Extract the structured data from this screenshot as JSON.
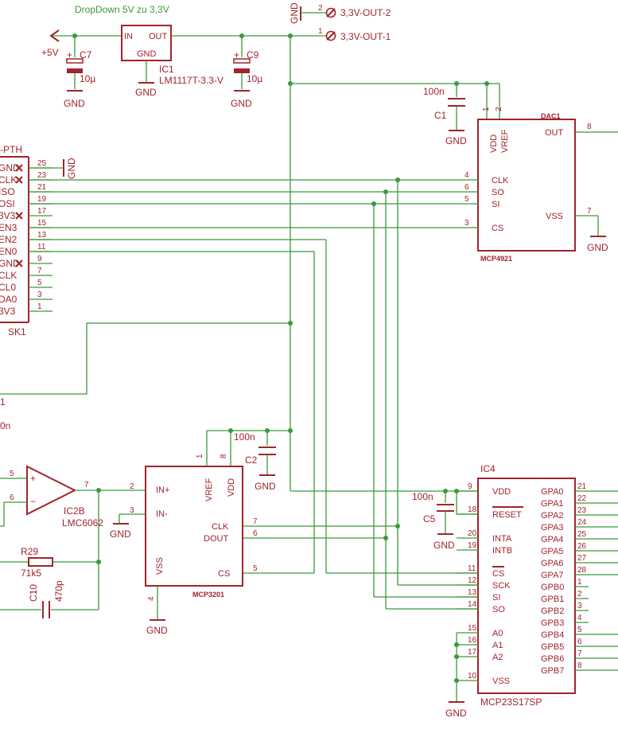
{
  "title": "DropDown 5V zu 3,3V",
  "regulator": {
    "ref": "IC1",
    "value": "LM1117T-3.3-V",
    "pin_in": "IN",
    "pin_out": "OUT",
    "pin_gnd": "GND"
  },
  "supply_label": "+5V",
  "c7": {
    "ref": "C7",
    "value": "10µ"
  },
  "c9": {
    "ref": "C9",
    "value": "10µ"
  },
  "gnd": "GND",
  "out_connectors": [
    {
      "pin": "2",
      "label": "3,3V-OUT-2"
    },
    {
      "pin": "1",
      "label": "3,3V-OUT-1"
    }
  ],
  "c1": {
    "ref": "C1",
    "value": "100n"
  },
  "dac": {
    "ref": "DAC1",
    "part": "MCP4921",
    "pins": {
      "vdd": "VDD",
      "vref": "VREF",
      "out": "OUT",
      "clk": "CLK",
      "so": "SO",
      "si": "SI",
      "cs": "CS",
      "vss": "VSS"
    },
    "pin_numbers": {
      "vdd": "1",
      "vref": "2",
      "out": "8",
      "clk": "4",
      "so": "6",
      "si": "5",
      "cs": "3",
      "vss": "7"
    }
  },
  "sk1": {
    "ref": "SK1",
    "header": "-PTH",
    "rows": [
      {
        "label": "GND",
        "pin": "25",
        "x": true
      },
      {
        "label": "CLK",
        "pin": "23",
        "x": true
      },
      {
        "label": "ISO",
        "pin": "21",
        "x": false
      },
      {
        "label": "OSI",
        "pin": "19",
        "x": false
      },
      {
        "label": "3V3",
        "pin": "17",
        "x": true
      },
      {
        "label": "EN3",
        "pin": "15",
        "x": false
      },
      {
        "label": "EN2",
        "pin": "13",
        "x": false
      },
      {
        "label": "EN0",
        "pin": "11",
        "x": false
      },
      {
        "label": "GND",
        "pin": "9",
        "x": true
      },
      {
        "label": "CLK",
        "pin": "7",
        "x": false
      },
      {
        "label": "CL0",
        "pin": "5",
        "x": false
      },
      {
        "label": "DA0",
        "pin": "3",
        "x": false
      },
      {
        "label": "3V3",
        "pin": "1",
        "x": false
      }
    ]
  },
  "left_edge": {
    "label1": "1",
    "label2": "0n"
  },
  "c2": {
    "ref": "C2",
    "value": "100n"
  },
  "adc": {
    "ref": "MCP3201",
    "pins": {
      "in_plus": "IN+",
      "in_minus": "IN-",
      "vref": "VREF",
      "vdd": "VDD",
      "clk": "CLK",
      "dout": "DOUT",
      "vss": "VSS",
      "cs": "CS"
    },
    "pin_numbers": {
      "in_plus": "2",
      "in_minus": "3",
      "vref": "1",
      "vdd": "8",
      "clk": "7",
      "dout": "6",
      "vss": "4",
      "cs": "5"
    }
  },
  "opamp": {
    "ref": "IC2B",
    "part": "LMC6062",
    "pin_plus": "5",
    "pin_minus": "6",
    "pin_out": "7"
  },
  "r29": {
    "ref": "R29",
    "value": "71k5"
  },
  "c10": {
    "ref": "C10",
    "value": "470p"
  },
  "c5": {
    "ref": "C5",
    "value": "100n"
  },
  "io": {
    "ref": "IC4",
    "part": "MCP23S17SP",
    "left_pins": [
      {
        "name": "VDD",
        "num": "9"
      },
      {
        "name": "RESET",
        "num": "18"
      },
      {
        "name": "INTA",
        "num": "20"
      },
      {
        "name": "INTB",
        "num": "19"
      },
      {
        "name": "CS",
        "num": "11"
      },
      {
        "name": "SCK",
        "num": "12"
      },
      {
        "name": "SI",
        "num": "13"
      },
      {
        "name": "SO",
        "num": "14"
      },
      {
        "name": "A0",
        "num": "15"
      },
      {
        "name": "A1",
        "num": "16"
      },
      {
        "name": "A2",
        "num": "17"
      },
      {
        "name": "VSS",
        "num": "10"
      }
    ],
    "right_pins": [
      {
        "name": "GPA0",
        "num": "21"
      },
      {
        "name": "GPA1",
        "num": "22"
      },
      {
        "name": "GPA2",
        "num": "23"
      },
      {
        "name": "GPA3",
        "num": "24"
      },
      {
        "name": "GPA4",
        "num": "25"
      },
      {
        "name": "GPA5",
        "num": "26"
      },
      {
        "name": "GPA6",
        "num": "27"
      },
      {
        "name": "GPA7",
        "num": "28"
      },
      {
        "name": "GPB0",
        "num": "1"
      },
      {
        "name": "GPB1",
        "num": "2"
      },
      {
        "name": "GPB2",
        "num": "3"
      },
      {
        "name": "GPB3",
        "num": "4"
      },
      {
        "name": "GPB4",
        "num": "5"
      },
      {
        "name": "GPB5",
        "num": "6"
      },
      {
        "name": "GPB6",
        "num": "7"
      },
      {
        "name": "GPB7",
        "num": "8"
      }
    ]
  }
}
